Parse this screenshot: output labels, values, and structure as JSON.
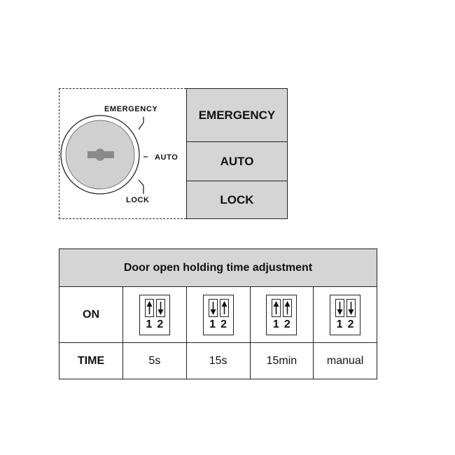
{
  "key_switch": {
    "labels": {
      "emergency": "EMERGENCY",
      "auto": "AUTO",
      "lock": "LOCK"
    }
  },
  "modes": [
    "EMERGENCY",
    "AUTO",
    "LOCK"
  ],
  "holding_time": {
    "title": "Door open holding time adjustment",
    "on_label": "ON",
    "time_label": "TIME",
    "switch_numbers": [
      "1",
      "2"
    ],
    "settings": [
      {
        "switch1": "up",
        "switch2": "down",
        "time": "5s"
      },
      {
        "switch1": "down",
        "switch2": "up",
        "time": "15s"
      },
      {
        "switch1": "up",
        "switch2": "up",
        "time": "15min"
      },
      {
        "switch1": "down",
        "switch2": "down",
        "time": "manual"
      }
    ]
  },
  "colors": {
    "panel_fill": "#d5d5d5",
    "line": "#222222",
    "key_fill": "#d0d0d0",
    "key_slot": "#8a8a8a"
  }
}
